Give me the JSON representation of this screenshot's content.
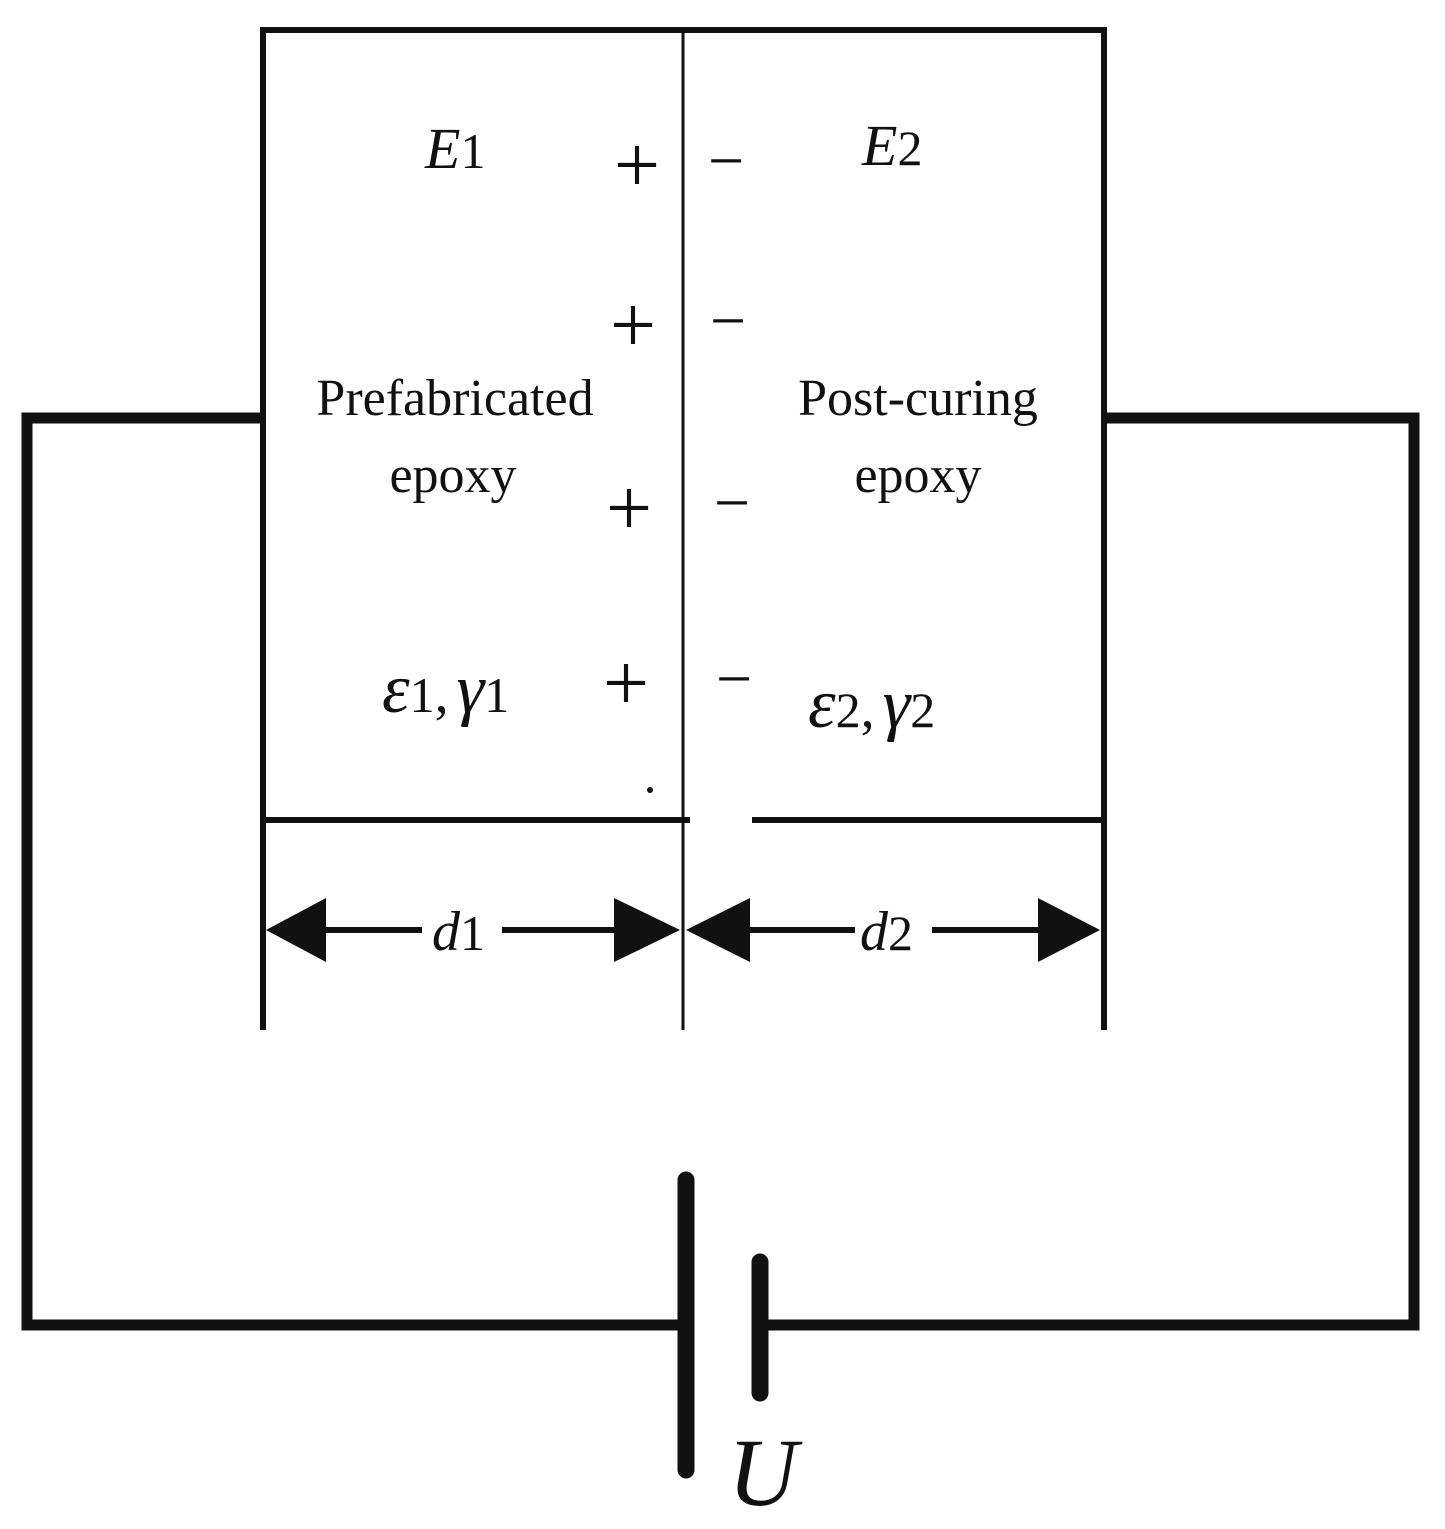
{
  "layers": {
    "left": {
      "field": {
        "symbol": "E",
        "subscript": "1"
      },
      "material_line1": "Prefabricated",
      "material_line2": "epoxy",
      "params": {
        "eps": "ε",
        "eps_sub": "1",
        "comma": ",",
        "gamma": "γ",
        "gamma_sub": "1"
      },
      "thickness": {
        "symbol": "d",
        "subscript": "1"
      }
    },
    "right": {
      "field": {
        "symbol": "E",
        "subscript": "2"
      },
      "material_line1": "Post-curing",
      "material_line2": "epoxy",
      "params": {
        "eps": "ε",
        "eps_sub": "2",
        "comma": ",",
        "gamma": "γ",
        "gamma_sub": "2"
      },
      "thickness": {
        "symbol": "d",
        "subscript": "2"
      }
    }
  },
  "interface_charges": {
    "positive": [
      "+",
      "+",
      "+",
      "+"
    ],
    "negative": [
      "−",
      "−",
      "−",
      "−"
    ]
  },
  "source": {
    "label": "U"
  },
  "colors": {
    "line": "#111111",
    "background": "#ffffff"
  }
}
